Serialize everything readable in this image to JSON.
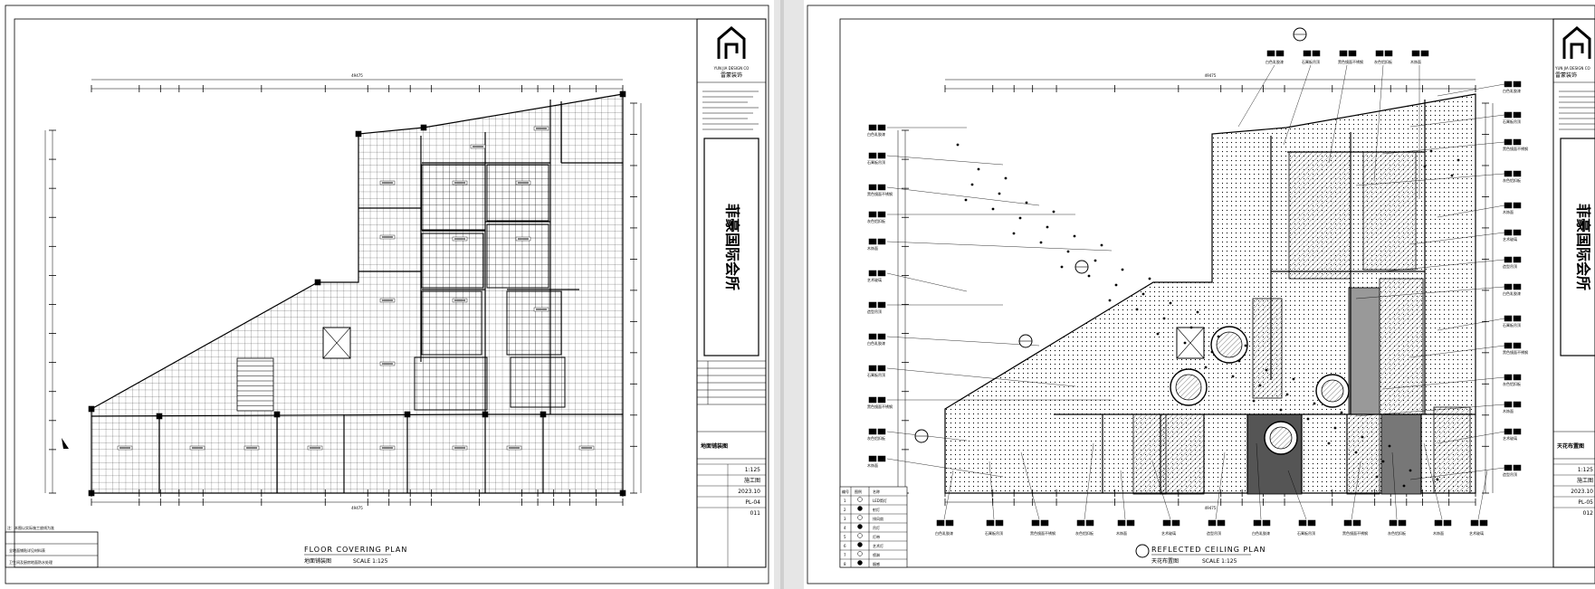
{
  "sheets": [
    {
      "title_en": "FLOOR COVERING PLAN",
      "title_cn": "地面铺装图",
      "scale_label": "SCALE 1:125",
      "project_name": "菲豪国际会所",
      "company": "雷蒙装饰",
      "company_en": "YUN JIA DESIGN CO",
      "drawing_name": "地面铺装图",
      "scale_value": "1:125",
      "stage": "施工图",
      "date": "2023.10",
      "drawing_no": "PL-04",
      "page_no": "011",
      "overall_dim": "49475",
      "notes": [
        "注：本图以实际施工放线为准",
        "全地面铺贴详见材料表",
        "卫生间及厨房地面防水处理"
      ]
    },
    {
      "title_en": "REFLECTED CEILING PLAN",
      "title_cn": "天花布置图",
      "scale_label": "SCALE 1:125",
      "project_name": "菲豪国际会所",
      "company": "雷蒙装饰",
      "company_en": "YUN JIA DESIGN CO",
      "drawing_name": "天花布置图",
      "scale_value": "1:125",
      "stage": "施工图",
      "date": "2023.10",
      "drawing_no": "PL-05",
      "page_no": "012",
      "overall_dim": "49475",
      "legend_header": [
        "编号",
        "图例",
        "名称"
      ],
      "legend": [
        {
          "no": "1",
          "name": "LED筒灯"
        },
        {
          "no": "2",
          "name": "射灯"
        },
        {
          "no": "3",
          "name": "排风扇"
        },
        {
          "no": "4",
          "name": "吊灯"
        },
        {
          "no": "5",
          "name": "灯带"
        },
        {
          "no": "6",
          "name": "艺术灯"
        },
        {
          "no": "7",
          "name": "喷淋"
        },
        {
          "no": "8",
          "name": "烟感"
        }
      ],
      "ceiling_tags": [
        "白色乳胶漆",
        "石膏板吊顶",
        "黑色镜面不锈钢",
        "灰色铝扣板",
        "木饰面",
        "艺术玻璃",
        "造型吊顶"
      ]
    }
  ]
}
